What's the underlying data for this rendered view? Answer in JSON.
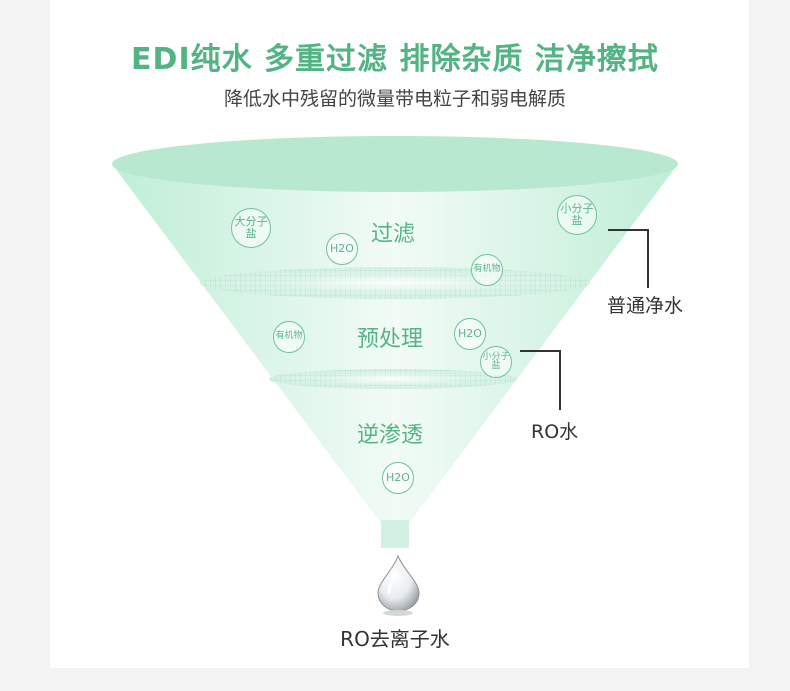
{
  "header": {
    "title": "EDI纯水 多重过滤 排除杂质 洁净擦拭",
    "subtitle": "降低水中残留的微量带电粒子和弱电解质"
  },
  "stages": {
    "filter": "过滤",
    "pretreat": "预处理",
    "ro": "逆渗透"
  },
  "callouts": {
    "normal_water": "普通净水",
    "ro_water": "RO水"
  },
  "particles": {
    "large_salt": "大分子盐",
    "small_salt": "小分子盐",
    "h2o": "H2O",
    "organic": "有机物"
  },
  "output_label": "RO去离子水",
  "colors": {
    "accent_green": "#52b383",
    "funnel_light": "#c9eedd",
    "funnel_mid": "#b9e7d2",
    "text_dark": "#333333"
  }
}
